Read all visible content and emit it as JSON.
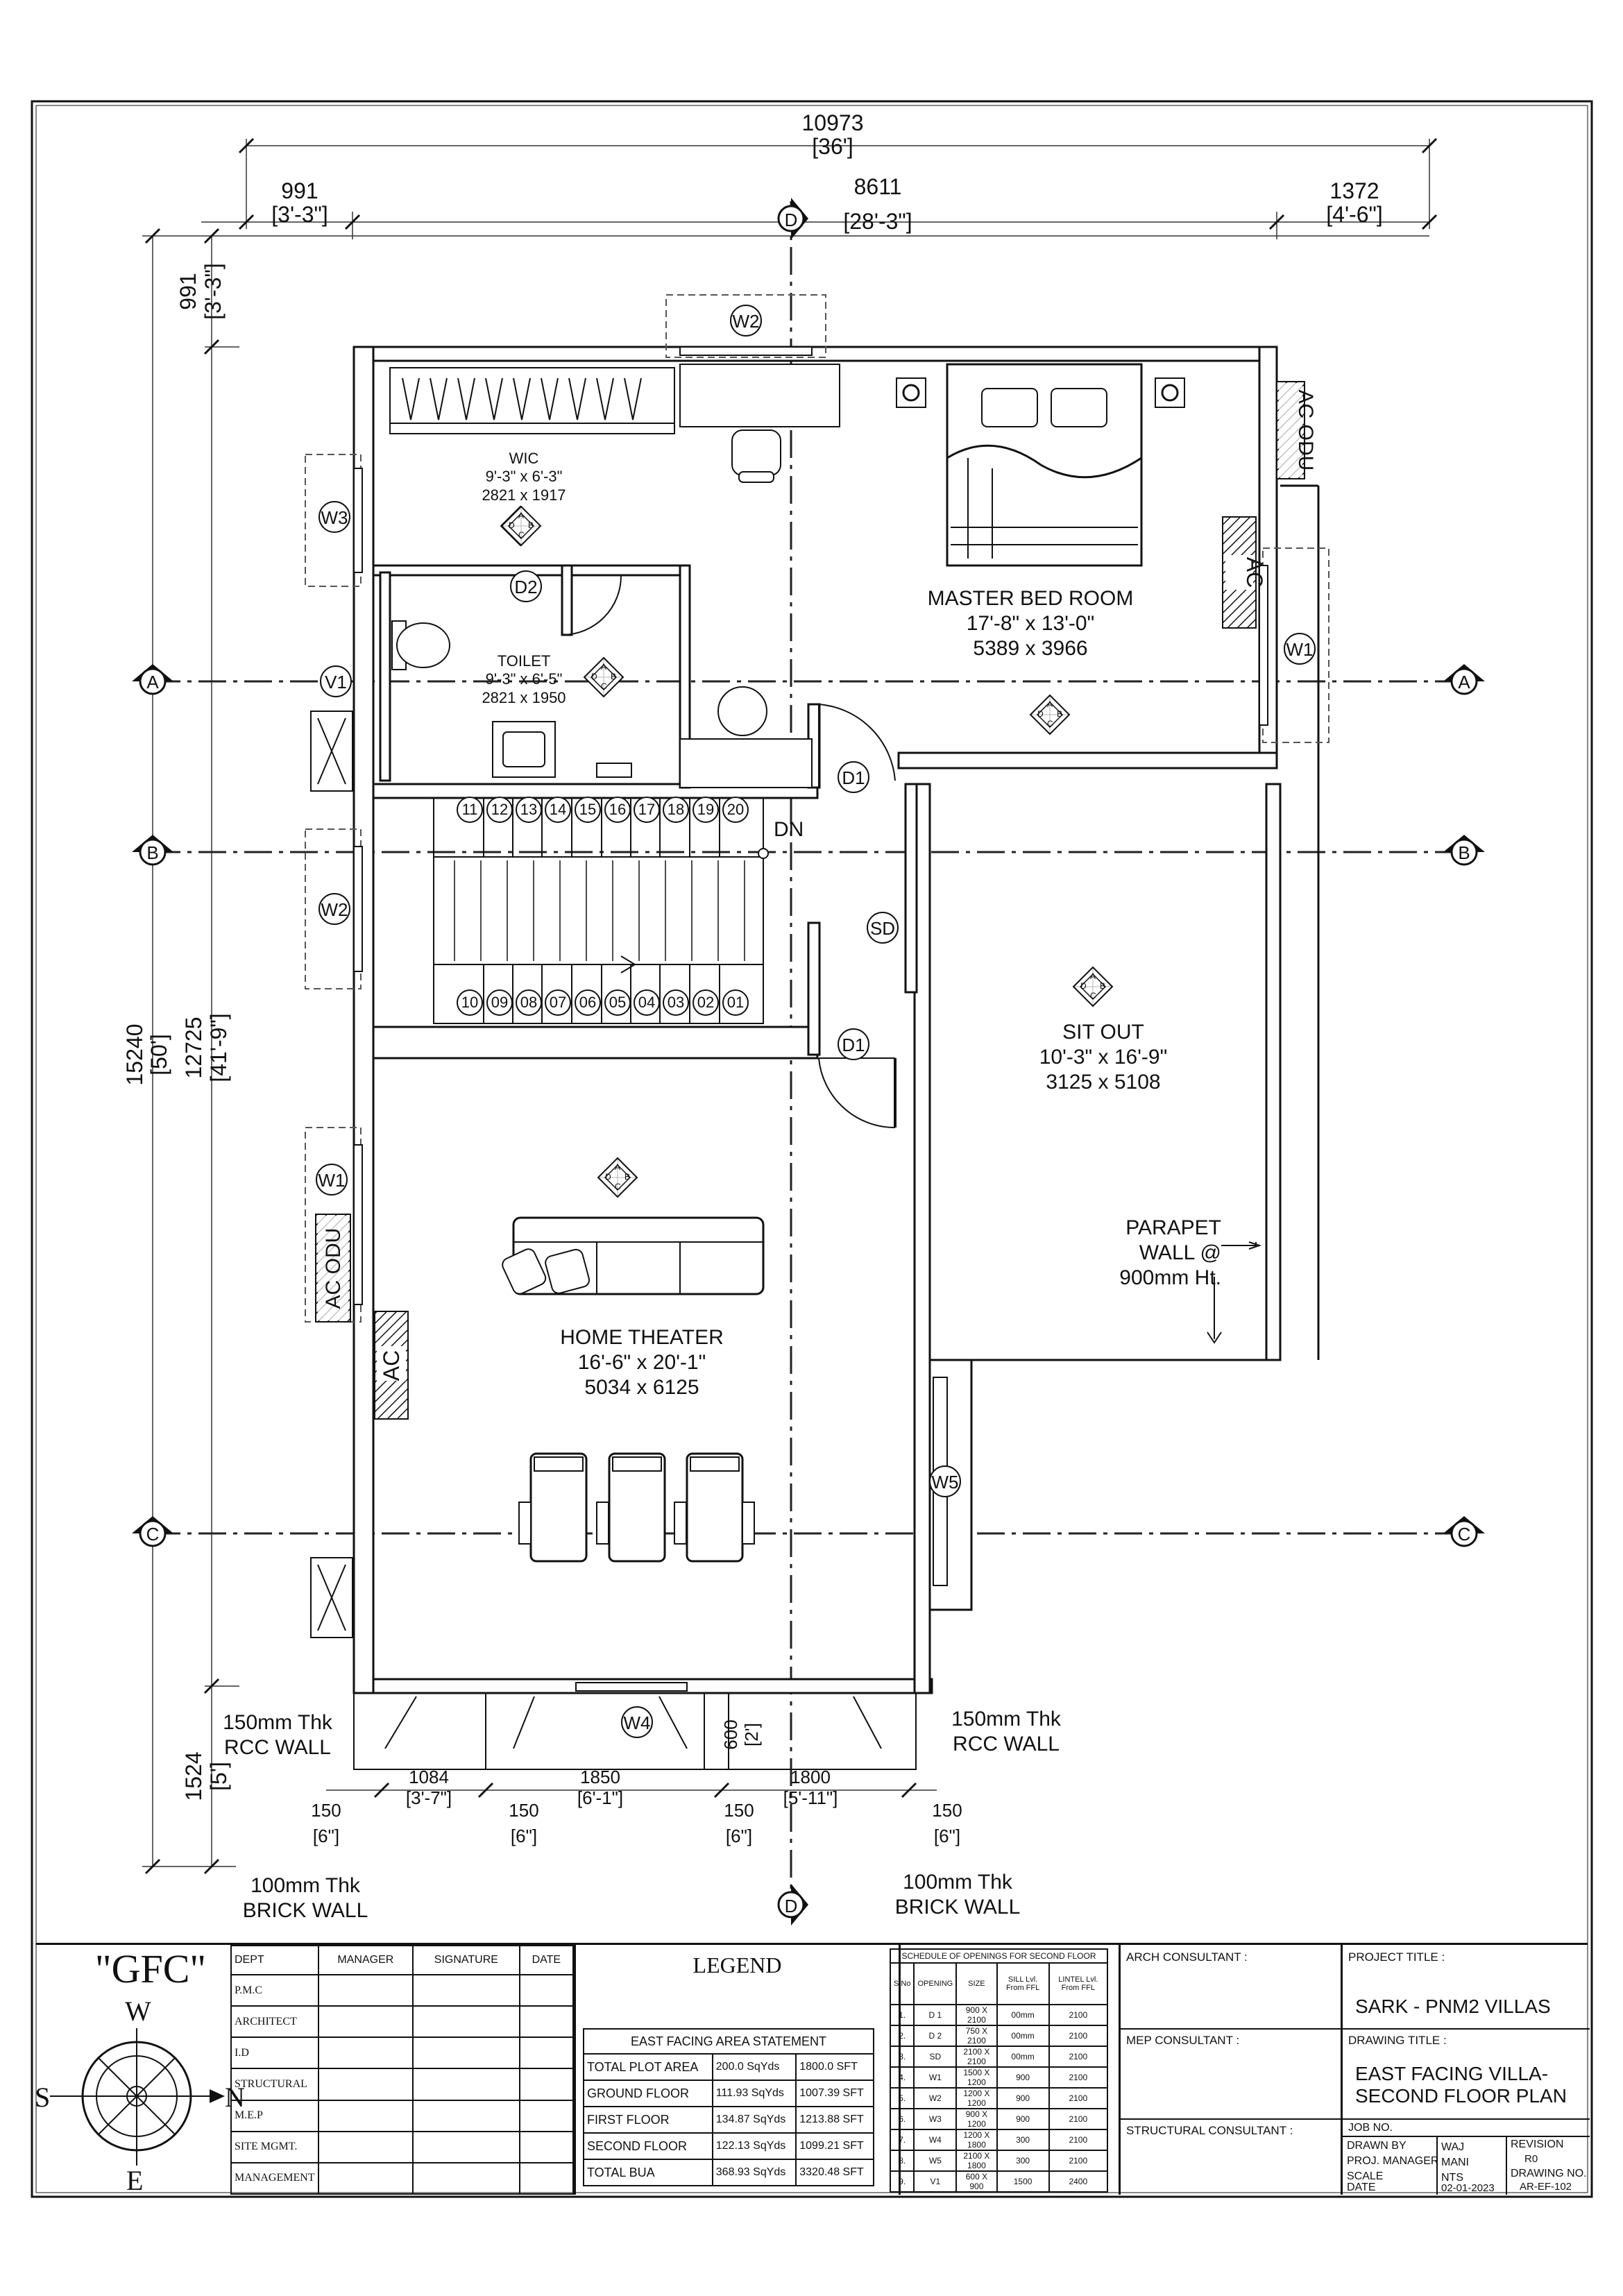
{
  "dimensions": {
    "overall_width": "10973",
    "overall_width_ft": "[36']",
    "left_offset": "991",
    "left_offset_ft": "[3'-3\"]",
    "mid_width": "8611",
    "mid_width_ft": "[28'-3\"]",
    "right_offset": "1372",
    "right_offset_ft": "[4'-6\"]",
    "top_offset": "991",
    "top_offset_ft": "[3'-3\"]",
    "overall_depth": "15240",
    "overall_depth_ft": "[50']",
    "inner_depth": "12725",
    "inner_depth_ft": "[41'-9\"]",
    "bottom_offset": "1524",
    "bottom_offset_ft": "[5']",
    "b1": "1084",
    "b1_ft": "[3'-7\"]",
    "b2": "1850",
    "b2_ft": "[6'-1\"]",
    "b3": "1800",
    "b3_ft": "[5'-11\"]",
    "b4": "600",
    "b4_ft": "[2']",
    "w150": "150",
    "w150_ft": "[6\"]"
  },
  "grid_labels": {
    "a": "A",
    "b": "B",
    "c": "C",
    "d": "D"
  },
  "rooms": {
    "wic": {
      "name": "WIC",
      "size_ft": "9'-3\" x 6'-3\"",
      "size_mm": "2821 x 1917"
    },
    "toilet": {
      "name": "TOILET",
      "size_ft": "9'-3\" x 6'-5\"",
      "size_mm": "2821 x 1950"
    },
    "master": {
      "name": "MASTER BED ROOM",
      "size_ft": "17'-8\" x 13'-0\"",
      "size_mm": "5389 x 3966"
    },
    "sitout": {
      "name": "SIT OUT",
      "size_ft": "10'-3\" x 16'-9\"",
      "size_mm": "3125 x 5108"
    },
    "theater": {
      "name": "HOME THEATER",
      "size_ft": "16'-6\" x 20'-1\"",
      "size_mm": "5034 x 6125"
    }
  },
  "openings_tags": {
    "w1": "W1",
    "w2": "W2",
    "w3": "W3",
    "w4": "W4",
    "w5": "W5",
    "v1": "V1",
    "d1": "D1",
    "d2": "D2",
    "sd": "SD"
  },
  "ac_labels": {
    "ac": "AC",
    "ac_odu": "AC ODU"
  },
  "stairs": {
    "upper": [
      "11",
      "12",
      "13",
      "14",
      "15",
      "16",
      "17",
      "18",
      "19",
      "20"
    ],
    "lower": [
      "10",
      "09",
      "08",
      "07",
      "06",
      "05",
      "04",
      "03",
      "02",
      "01"
    ],
    "dn": "DN"
  },
  "level_marker": {
    "a": "A",
    "b": "B",
    "c": "C",
    "d": "D"
  },
  "notes": {
    "parapet": [
      "PARAPET",
      "WALL @",
      "900mm Ht."
    ],
    "rcc_wall": [
      "150mm Thk",
      "RCC WALL"
    ],
    "brick_wall": [
      "100mm Thk",
      "BRICK WALL"
    ]
  },
  "titleblock": {
    "gfc": "\"GFC\"",
    "compass": {
      "n": "N",
      "s": "S",
      "e": "E",
      "w": "W"
    },
    "dept_headers": [
      "DEPT",
      "MANAGER",
      "SIGNATURE",
      "DATE"
    ],
    "depts": [
      "P.M.C",
      "ARCHITECT",
      "I.D",
      "STRUCTURAL",
      "M.E.P",
      "SITE MGMT.",
      "MANAGEMENT"
    ],
    "legend": "LEGEND",
    "area_title": "EAST FACING AREA STATEMENT",
    "area_rows": [
      [
        "TOTAL PLOT AREA",
        "200.0 SqYds",
        "1800.0 SFT"
      ],
      [
        "GROUND FLOOR",
        "111.93 SqYds",
        "1007.39 SFT"
      ],
      [
        "FIRST FLOOR",
        "134.87 SqYds",
        "1213.88 SFT"
      ],
      [
        "SECOND FLOOR",
        "122.13 SqYds",
        "1099.21 SFT"
      ],
      [
        "TOTAL BUA",
        "368.93 SqYds",
        "3320.48 SFT"
      ]
    ],
    "schedule_title": "SCHEDULE OF OPENINGS FOR SECOND FLOOR",
    "schedule_headers": [
      "S.No",
      "OPENING",
      "SIZE",
      "SILL Lvl. From FFL",
      "LINTEL Lvl. From FFL"
    ],
    "schedule_rows": [
      [
        "1.",
        "D 1",
        "900 X 2100",
        "00mm",
        "2100"
      ],
      [
        "2.",
        "D 2",
        "750 X 2100",
        "00mm",
        "2100"
      ],
      [
        "3.",
        "SD",
        "2100 X 2100",
        "00mm",
        "2100"
      ],
      [
        "4.",
        "W1",
        "1500 X 1200",
        "900",
        "2100"
      ],
      [
        "5.",
        "W2",
        "1200 X 1200",
        "900",
        "2100"
      ],
      [
        "6.",
        "W3",
        "900 X 1200",
        "900",
        "2100"
      ],
      [
        "7.",
        "W4",
        "1200 X 1800",
        "300",
        "2100"
      ],
      [
        "8.",
        "W5",
        "2100 X 1800",
        "300",
        "2100"
      ],
      [
        "9.",
        "V1",
        "600 X 900",
        "1500",
        "2400"
      ]
    ],
    "arch_consultant": "ARCH CONSULTANT :",
    "mep_consultant": "MEP CONSULTANT :",
    "structural_consultant": "STRUCTURAL CONSULTANT :",
    "project_title_label": "PROJECT TITLE :",
    "project_title": "SARK - PNM2 VILLAS",
    "drawing_title_label": "DRAWING TITLE :",
    "drawing_title": [
      "EAST FACING VILLA-",
      "SECOND FLOOR PLAN"
    ],
    "job_no": "JOB NO.",
    "drawn_by": "DRAWN BY",
    "drawn_by_val": "WAJ",
    "proj_manager": "PROJ. MANAGER",
    "proj_manager_val": "MANI",
    "scale": "SCALE",
    "scale_val": "NTS",
    "date": "DATE",
    "date_val": "02-01-2023",
    "revision": "REVISION",
    "revision_val": "R0",
    "drawing_no": "DRAWING NO.",
    "drawing_no_val": "AR-EF-102"
  }
}
